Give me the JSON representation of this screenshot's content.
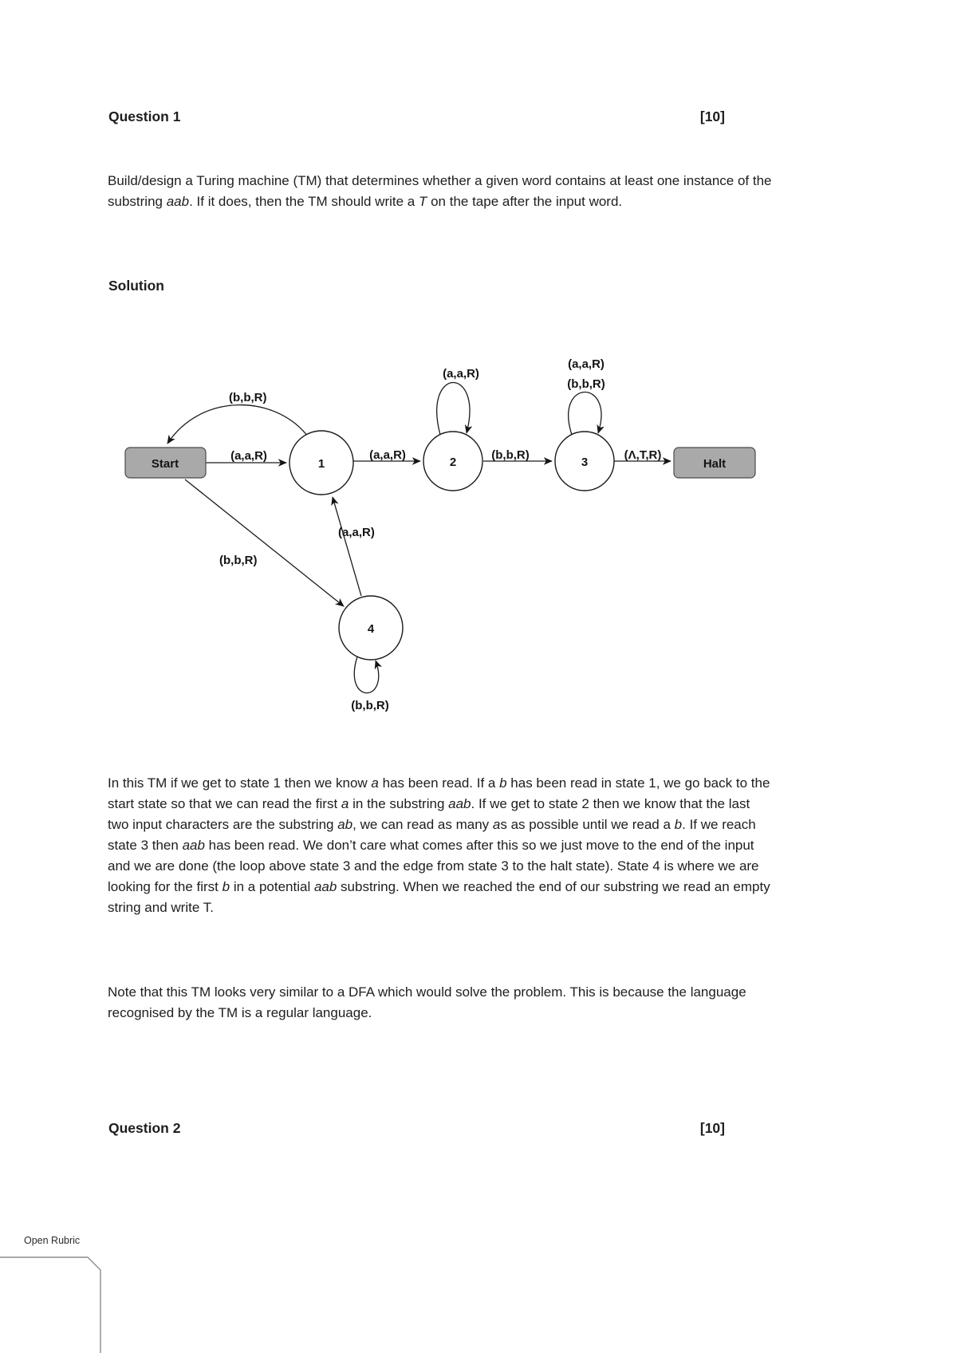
{
  "doc": {
    "q1_title": "Question 1",
    "q1_marks": "[10]",
    "solution_heading": "Solution",
    "q2_title": "Question 2",
    "q2_marks": "[10]",
    "open_rubric": "Open Rubric",
    "intro_segments": [
      {
        "t": "Build/design a Turing machine (TM) that determines whether a given word contains at least one instance of the substring "
      },
      {
        "t": "aab",
        "i": true
      },
      {
        "t": ". If it does, then the TM should write a "
      },
      {
        "t": "T",
        "i": true
      },
      {
        "t": " on the tape after the input word."
      }
    ],
    "explain_segments": [
      {
        "t": "In this TM if we get to state 1 then we know "
      },
      {
        "t": "a",
        "i": true
      },
      {
        "t": " has been read. If a "
      },
      {
        "t": "b",
        "i": true
      },
      {
        "t": " has been read in state 1, we go back to the start state so that we can read the first "
      },
      {
        "t": "a",
        "i": true
      },
      {
        "t": " in the substring "
      },
      {
        "t": "aab",
        "i": true
      },
      {
        "t": ". If we get to state 2 then we know that the last two input characters are the substring "
      },
      {
        "t": "ab",
        "i": true
      },
      {
        "t": ", we can read as many "
      },
      {
        "t": "a",
        "i": true
      },
      {
        "t": "s as possible until we read a "
      },
      {
        "t": "b",
        "i": true
      },
      {
        "t": ". If we reach state 3 then "
      },
      {
        "t": "aab",
        "i": true
      },
      {
        "t": " has been read. We don’t care what comes after this so we just move to the end of the input and we are done (the loop above state 3 and the edge from state 3 to the halt state). State 4 is where we are looking for the first "
      },
      {
        "t": "b",
        "i": true
      },
      {
        "t": " in a potential "
      },
      {
        "t": "aab",
        "i": true
      },
      {
        "t": " substring. When we reached the end of our substring we read an empty string and write T."
      }
    ],
    "note_segments": [
      {
        "t": "Note that this TM looks very similar to a DFA which would solve the problem. This is because the language recognised by the TM is a regular language."
      }
    ]
  },
  "diagram": {
    "colors": {
      "terminal_fill": "#a9a9a9",
      "state_fill": "#ffffff",
      "stroke": "#1a1a1a"
    },
    "states": {
      "start": "Start",
      "s1": "1",
      "s2": "2",
      "s3": "3",
      "halt": "Halt",
      "s4": "4"
    },
    "transitions": {
      "start_to_s1": "(a,a,R)",
      "s1_to_s2": "(a,a,R)",
      "s2_to_s3": "(b,b,R)",
      "s3_to_halt": "(Λ,T,R)",
      "s1_to_start": "(b,b,R)",
      "s2_loop": "(a,a,R)",
      "s3_loop_a": "(a,a,R)",
      "s3_loop_b": "(b,b,R)",
      "start_to_s4": "(b,b,R)",
      "s4_to_s1": "(a,a,R)",
      "s4_loop": "(b,b,R)"
    }
  }
}
